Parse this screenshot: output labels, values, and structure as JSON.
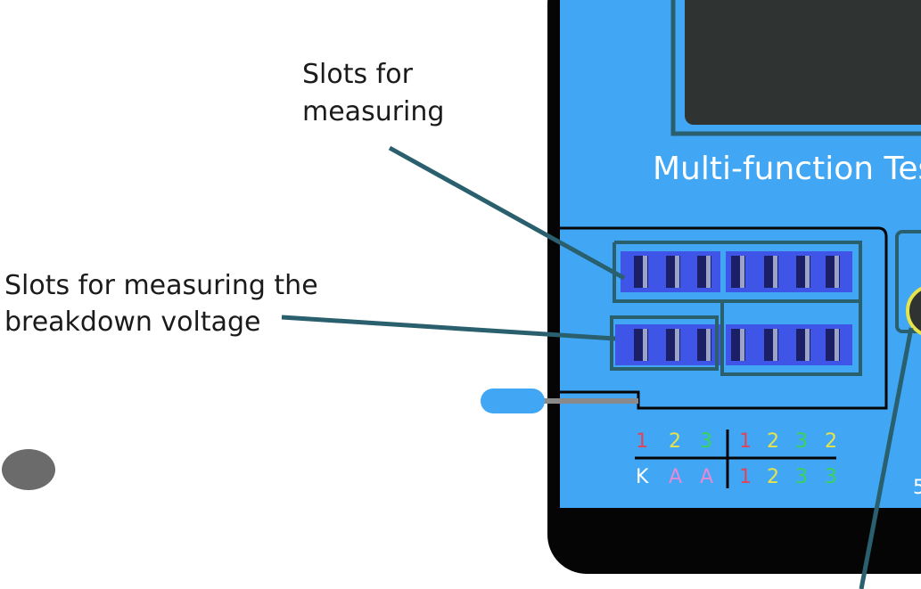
{
  "labels": {
    "slots_measuring_line1": "Slots for",
    "slots_measuring_line2": "measuring",
    "breakdown_line1": "Slots for measuring the",
    "breakdown_line2": "breakdown voltage"
  },
  "device": {
    "title": "Multi-function Tes",
    "pin_top": [
      "1",
      "2",
      "3",
      "1",
      "2",
      "3",
      "2"
    ],
    "pin_bottom": [
      "K",
      "A",
      "A",
      "1",
      "2",
      "3",
      "3"
    ],
    "partial_mark": "5"
  },
  "colors": {
    "casing": "#050505",
    "panel": "#41a7f5",
    "screen": "#2f3432",
    "outline": "#2a5f6e",
    "socket": "#3f55e8",
    "pin_red": "#e0435a",
    "pin_yellow": "#e7e34a",
    "pin_green": "#39d357",
    "pin_pink": "#e68ad6",
    "pin_white": "#ffffff",
    "leader": "#2a5f6e"
  }
}
